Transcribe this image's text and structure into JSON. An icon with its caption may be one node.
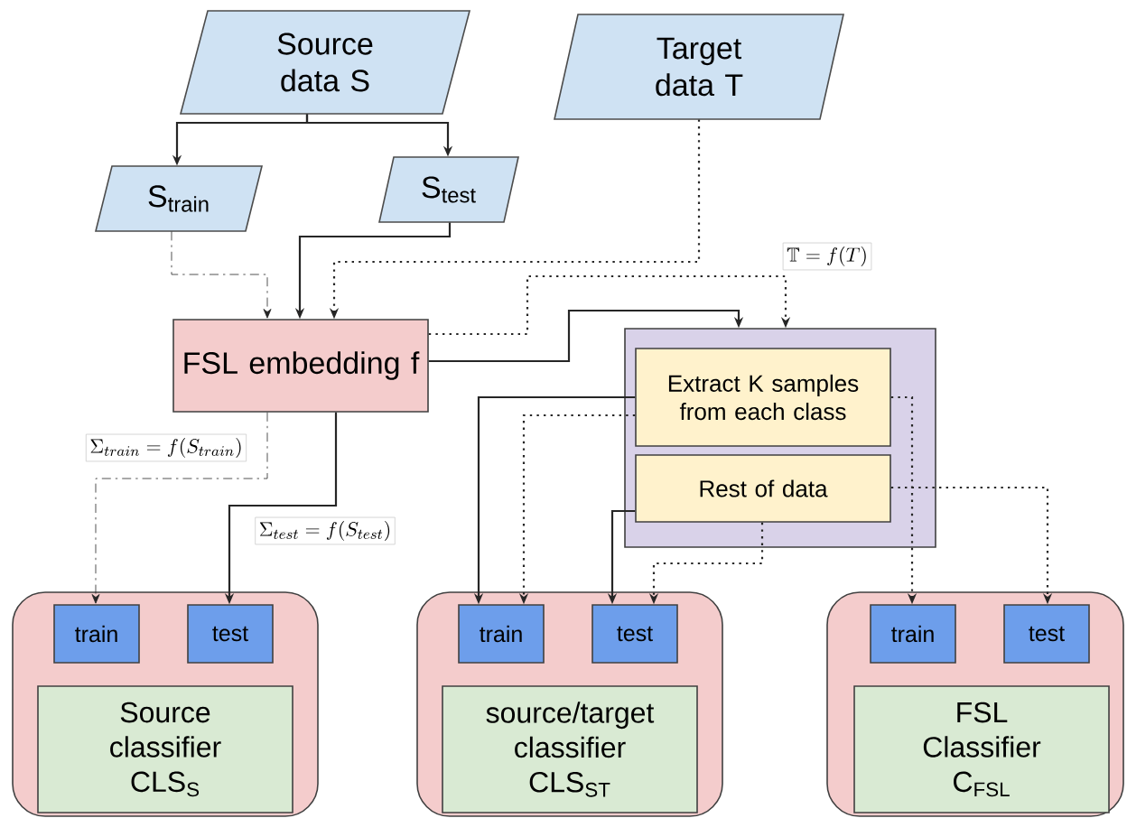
{
  "diagram": {
    "nodes": [
      {
        "text": [
          "Source data S"
        ]
      },
      {
        "text": [
          "Target data T"
        ]
      },
      {
        "text": [
          "S$_{train}$"
        ]
      },
      {
        "text": [
          "S$_{test}$"
        ]
      },
      {
        "text": [
          "FSL embedding f"
        ]
      },
      {
        "text": [],
        "shape": "box"
      },
      {
        "text": [
          "Extract K samples from each class"
        ],
        "in": 5
      },
      {
        "text": [
          "Rest of data"
        ],
        "in": 5
      },
      {
        "text": [],
        "shape": "box"
      },
      {
        "text": [
          "train"
        ],
        "in": 8
      },
      {
        "text": [
          "test"
        ],
        "in": 8
      },
      {
        "text": [
          "Source classifier CLS$_{S}$"
        ],
        "in": 8
      },
      {
        "text": [],
        "shape": "box"
      },
      {
        "text": [
          "train"
        ],
        "in": 12
      },
      {
        "text": [
          "test"
        ],
        "in": 12
      },
      {
        "text": [
          "source/target classifier CLS$_{ST}$"
        ],
        "in": 12
      },
      {
        "text": [],
        "shape": "box"
      },
      {
        "text": [
          "train"
        ],
        "in": 16
      },
      {
        "text": [
          "test"
        ],
        "in": 16
      },
      {
        "text": [
          "FSL Classifier C$_{FSL}$"
        ],
        "in": 16
      }
    ],
    "edges": [
      {
        "from": 0,
        "to": 2,
        "arrow": "to"
      },
      {
        "from": 0,
        "to": 3,
        "arrow": "to"
      },
      {
        "from": 2,
        "to": 4,
        "arrow": "to",
        "style": "dashed"
      },
      {
        "from": 3,
        "to": 4,
        "arrow": "to"
      },
      {
        "from": 1,
        "to": 4,
        "arrow": "to",
        "style": "dashed"
      },
      {
        "from": 4,
        "to": 5,
        "arrow": "to",
        "style": "dashed",
        "label": "\\mathbb{T} = f(T)"
      },
      {
        "from": 4,
        "to": 5,
        "arrow": "to"
      },
      {
        "from": 4,
        "to": 9,
        "arrow": "to",
        "style": "dashed",
        "label": "\\Sigma_{train} = f(S_{train})"
      },
      {
        "from": 4,
        "to": 10,
        "arrow": "to",
        "label": "\\Sigma_{test} = f(S_{test})"
      },
      {
        "from": 6,
        "to": 13,
        "arrow": "to"
      },
      {
        "from": 6,
        "to": 13,
        "arrow": "to",
        "style": "dashed"
      },
      {
        "from": 7,
        "to": 14,
        "arrow": "to"
      },
      {
        "from": 7,
        "to": 14,
        "arrow": "to",
        "style": "dashed"
      },
      {
        "from": 6,
        "to": 17,
        "arrow": "to",
        "style": "dashed"
      },
      {
        "from": 7,
        "to": 18,
        "arrow": "to",
        "style": "dashed"
      }
    ]
  }
}
